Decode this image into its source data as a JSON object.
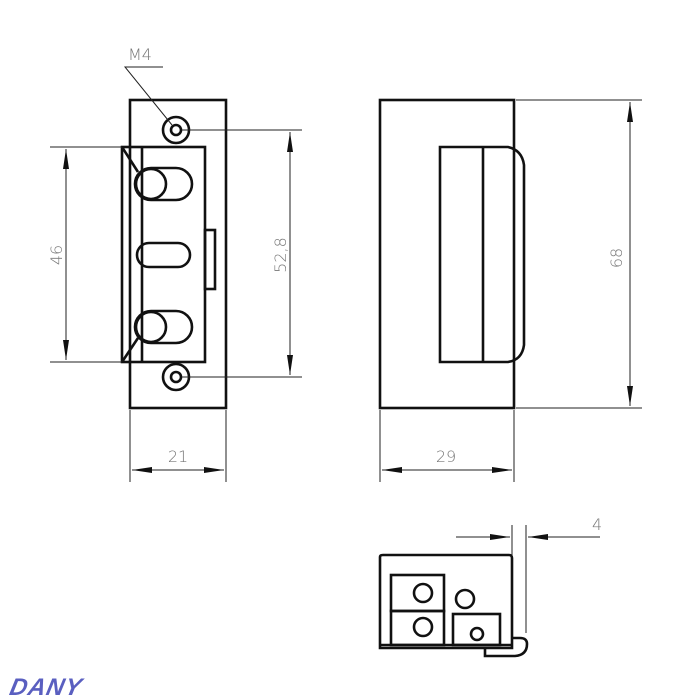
{
  "drawing": {
    "thread_label": "M4",
    "dim_body_height": "46",
    "dim_screw_spacing": "52,8",
    "dim_front_width": "21",
    "dim_side_depth": "29",
    "dim_side_height": "68",
    "dim_lip": "4"
  },
  "brand": {
    "logo_text": "DANY",
    "color": "#5a5fc0"
  }
}
